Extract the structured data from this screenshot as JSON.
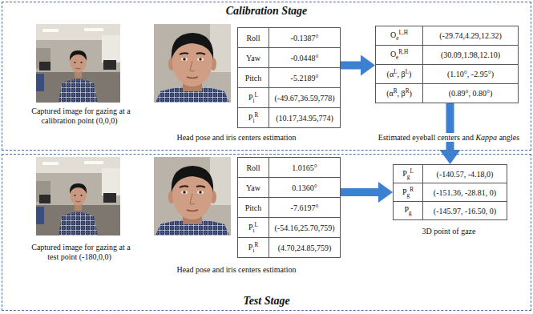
{
  "diagram": {
    "nodes": [
      {
        "text": [
          "Calibration Stage"
        ]
      },
      {
        "text": [
          "Roll",
          "-0.1387°",
          "Yaw",
          "-0.0448°",
          "Pitch",
          "-5.2189°",
          "PiL",
          "(-49.67,36.59,778)",
          "PiR",
          "(10.17,34.95,774)"
        ],
        "in": 0
      },
      {
        "text": [
          "OeL,H",
          "(-29.74,4.29,12.32)",
          "OeR,H",
          "(30.09,1.98,12.10)",
          "(αL, βL)",
          "(1.10°, -2.95°)",
          "(αR, βR)",
          "(0.89°, 0.80°)"
        ],
        "in": 0
      },
      {
        "text": [
          "Test Stage"
        ]
      },
      {
        "text": [
          "Roll",
          "1.0165°",
          "Yaw",
          "0.1360°",
          "Pitch",
          "-7.6197°",
          "PiL",
          "(-54.16,25.70,759)",
          "PiR",
          "(4.70,24.85,759)"
        ],
        "in": 3
      },
      {
        "text": [
          "PgL",
          "(-140.57, -4.18,0)",
          "PgR",
          "(-151.36, -28.81, 0)",
          "Pg",
          "(-145.97, -16.50, 0)"
        ],
        "in": 3
      }
    ],
    "edges": [
      {
        "from": 1,
        "to": 2,
        "arrow": "to"
      },
      {
        "from": 2,
        "to": 5,
        "arrow": "to"
      },
      {
        "from": 4,
        "to": 5,
        "arrow": "to"
      }
    ],
    "labels": [
      "Captured image for gazing at a calibration point (0,0,0)",
      "Head pose and iris centers estimation",
      "Estimated eyeball centers and Kappa angles",
      "Captured image for gazing at a test point (-180,0,0)",
      "Head pose and iris centers estimation",
      "3D point of gaze"
    ]
  }
}
